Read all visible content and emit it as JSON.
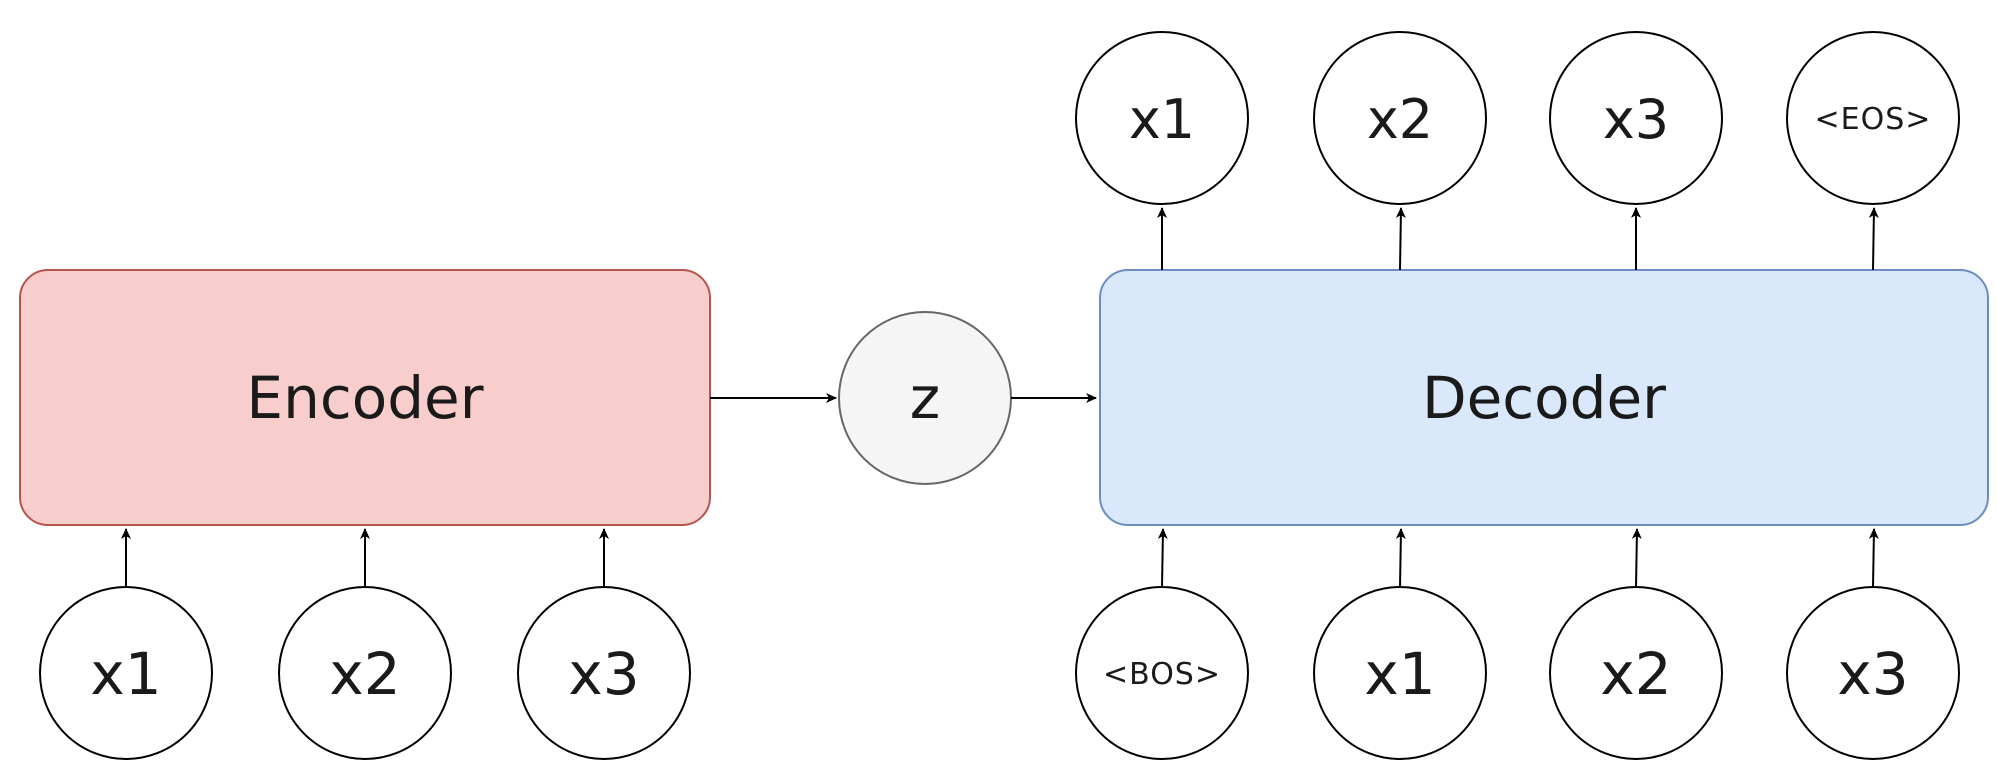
{
  "colors": {
    "encoder_fill": "#f8cecc",
    "encoder_stroke": "#b85450",
    "decoder_fill": "#dae8fc",
    "decoder_stroke": "#6c8ebf",
    "latent_fill": "#f5f5f5",
    "latent_stroke": "#666666",
    "token_fill": "#ffffff",
    "line": "#000000"
  },
  "encoder": {
    "label": "Encoder",
    "inputs": [
      "x1",
      "x2",
      "x3"
    ]
  },
  "latent": {
    "label": "z"
  },
  "decoder": {
    "label": "Decoder",
    "inputs": [
      "<BOS>",
      "x1",
      "x2",
      "x3"
    ],
    "outputs": [
      "x1",
      "x2",
      "x3",
      "<EOS>"
    ]
  }
}
